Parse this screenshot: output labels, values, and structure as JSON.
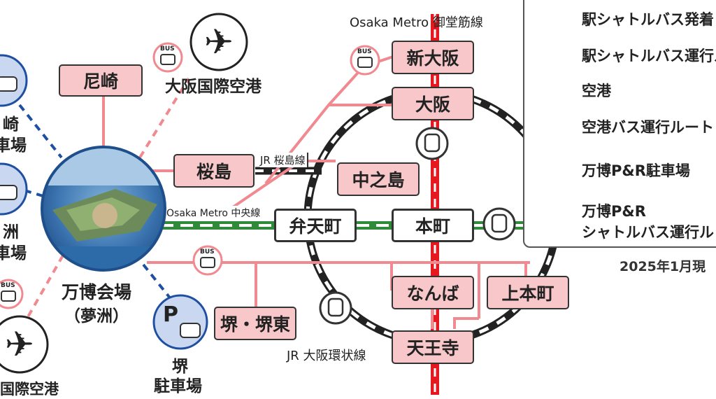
{
  "lines": {
    "midosuji": "Osaka Metro 御堂筋線",
    "chuo": "Osaka Metro 中央線",
    "sakurajima": "JR 桜島線",
    "loop": "JR 大阪環状線"
  },
  "stations": {
    "amagasaki": "尼崎",
    "shin_osaka": "新大阪",
    "osaka": "大阪",
    "sakurajima": "桜島",
    "nakanoshima": "中之島",
    "bentencho": "弁天町",
    "honmachi": "本町",
    "namba": "なんば",
    "uehonmachi": "上本町",
    "sakai_sakaihigashi": "堺・堺東",
    "tennoji": "天王寺"
  },
  "venue": {
    "line1": "万博会場",
    "line2": "（夢洲）"
  },
  "airports": {
    "itami": "大阪国際空港",
    "kansai_partial": "国際空港"
  },
  "parking": {
    "sakai_line1": "堺",
    "sakai_line2": "駐車場",
    "left1_line1": "崎",
    "left1_line2": "車場",
    "left2_line1": "洲",
    "left2_line2": "車場"
  },
  "bus_icon_label": "BUS",
  "parking_icon_letter": "P",
  "legend": {
    "station_departure": "駅シャトルバス発着",
    "station_route": "駅シャトルバス運行ル",
    "airport": "空港",
    "airport_bus_route": "空港バス運行ルート",
    "expo_pr_parking": "万博P&R駐車場",
    "pr_shuttle_line1": "万博P&R",
    "pr_shuttle_line2": "シャトルバス運行ル"
  },
  "date_note": "2025年1月現",
  "colors": {
    "station_fill": "#f7c7c9",
    "shuttle_route": "#f08a90",
    "midosuji_red": "#e5171f",
    "chuo_green": "#2f8a3a",
    "parking_blue": "#1f4fa0",
    "parking_fill": "#c9d8f0"
  }
}
